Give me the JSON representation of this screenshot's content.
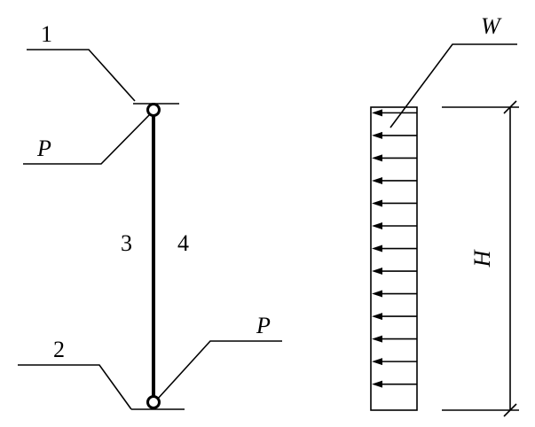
{
  "labels": {
    "callout_1": "1",
    "callout_2": "2",
    "callout_3": "3",
    "callout_4": "4",
    "load_p_top": "P",
    "load_p_bottom": "P",
    "wind_load": "W",
    "height": "H"
  },
  "wind_arrow_count": 13,
  "colors": {
    "stroke": "#000000",
    "background": "#ffffff"
  }
}
